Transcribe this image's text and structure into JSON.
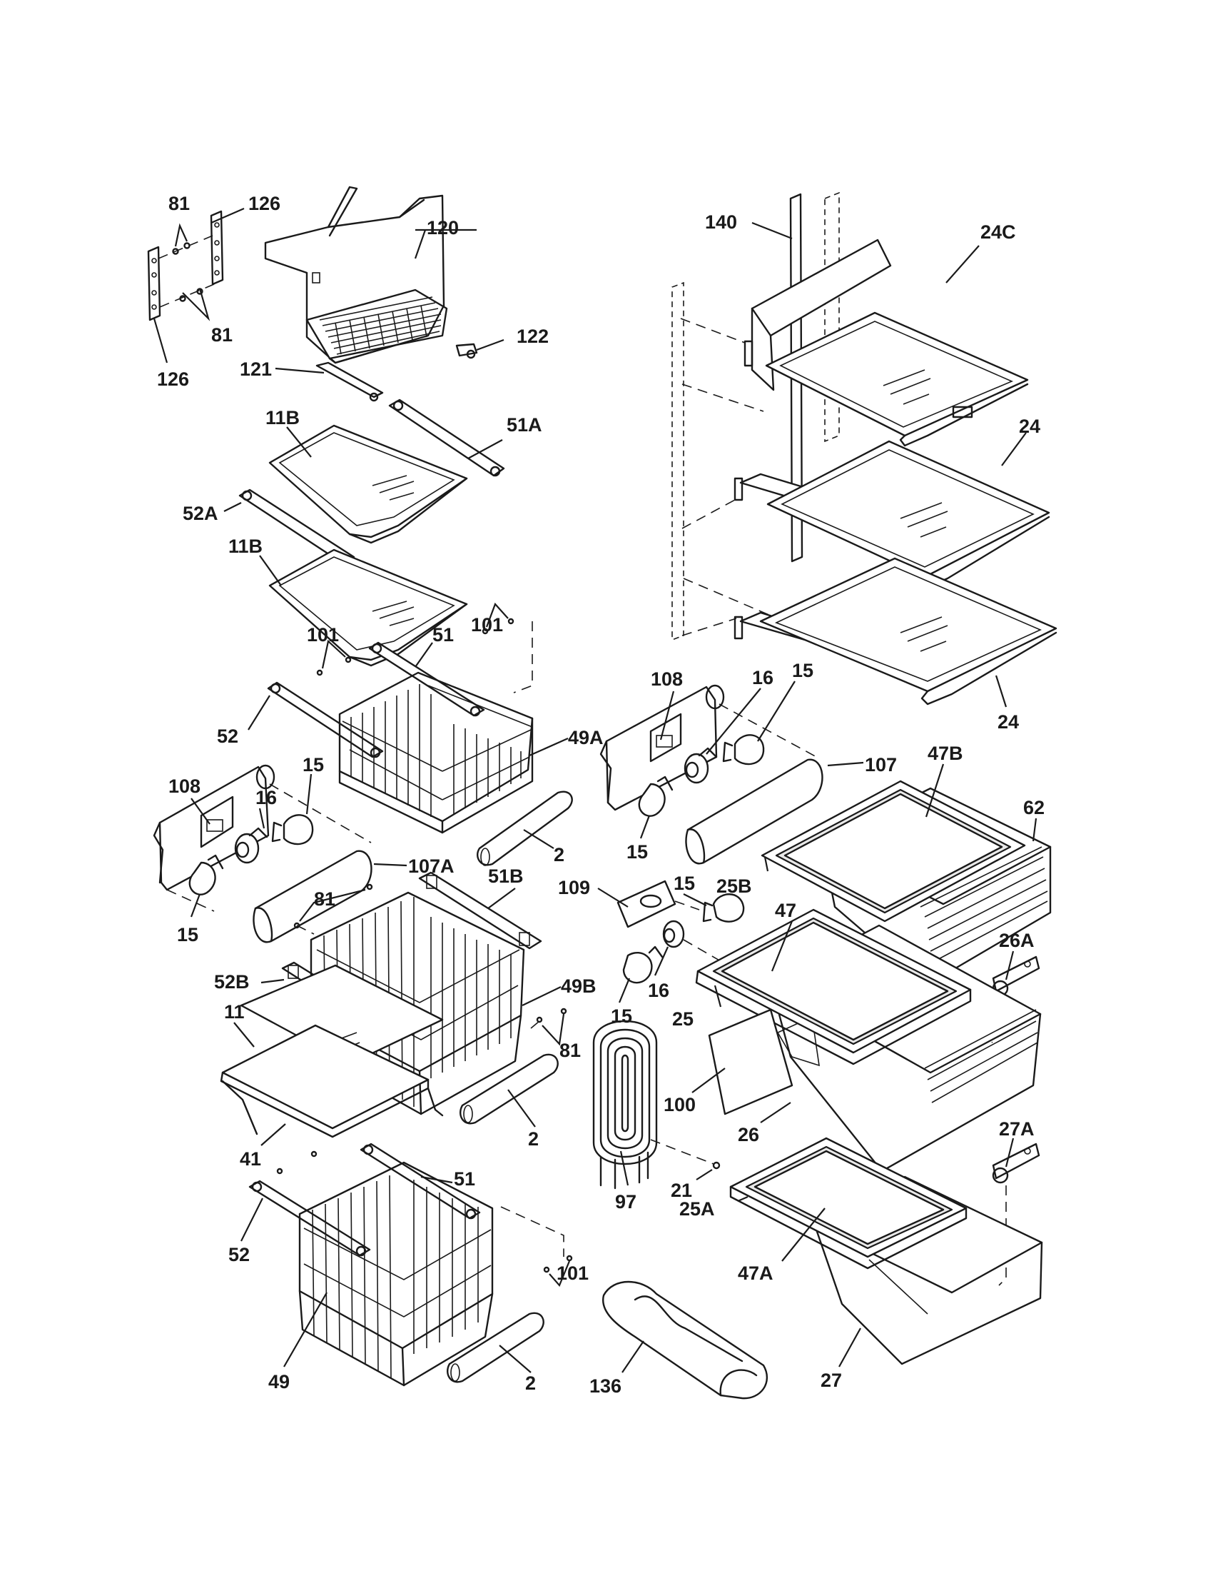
{
  "callouts": [
    {
      "id": "c81a",
      "text": "81"
    },
    {
      "id": "c126a",
      "text": "126"
    },
    {
      "id": "c120",
      "text": "120"
    },
    {
      "id": "c81b",
      "text": "81"
    },
    {
      "id": "c122",
      "text": "122"
    },
    {
      "id": "c126b",
      "text": "126"
    },
    {
      "id": "c121",
      "text": "121"
    },
    {
      "id": "c11Ba",
      "text": "11B"
    },
    {
      "id": "c51A",
      "text": "51A"
    },
    {
      "id": "c52A",
      "text": "52A"
    },
    {
      "id": "c11Bb",
      "text": "11B"
    },
    {
      "id": "c101a",
      "text": "101"
    },
    {
      "id": "c51a",
      "text": "51"
    },
    {
      "id": "c101b",
      "text": "101"
    },
    {
      "id": "c52a",
      "text": "52"
    },
    {
      "id": "c49A",
      "text": "49A"
    },
    {
      "id": "c108a",
      "text": "108"
    },
    {
      "id": "c15a",
      "text": "15"
    },
    {
      "id": "c16a",
      "text": "16"
    },
    {
      "id": "c107A",
      "text": "107A"
    },
    {
      "id": "c2a",
      "text": "2"
    },
    {
      "id": "c15b",
      "text": "15"
    },
    {
      "id": "c81c",
      "text": "81"
    },
    {
      "id": "c51B",
      "text": "51B"
    },
    {
      "id": "c52B",
      "text": "52B"
    },
    {
      "id": "c49B",
      "text": "49B"
    },
    {
      "id": "c11",
      "text": "11"
    },
    {
      "id": "c81d",
      "text": "81"
    },
    {
      "id": "c2b",
      "text": "2"
    },
    {
      "id": "c41",
      "text": "41"
    },
    {
      "id": "c51b",
      "text": "51"
    },
    {
      "id": "c52b",
      "text": "52"
    },
    {
      "id": "c101c",
      "text": "101"
    },
    {
      "id": "c49",
      "text": "49"
    },
    {
      "id": "c2c",
      "text": "2"
    },
    {
      "id": "c140",
      "text": "140"
    },
    {
      "id": "c24C",
      "text": "24C"
    },
    {
      "id": "c24a",
      "text": "24"
    },
    {
      "id": "c24b",
      "text": "24"
    },
    {
      "id": "c108b",
      "text": "108"
    },
    {
      "id": "c16b",
      "text": "16"
    },
    {
      "id": "c15c",
      "text": "15"
    },
    {
      "id": "c107",
      "text": "107"
    },
    {
      "id": "c15d",
      "text": "15"
    },
    {
      "id": "c47B",
      "text": "47B"
    },
    {
      "id": "c62",
      "text": "62"
    },
    {
      "id": "c109",
      "text": "109"
    },
    {
      "id": "c15e",
      "text": "15"
    },
    {
      "id": "c25B",
      "text": "25B"
    },
    {
      "id": "c47",
      "text": "47"
    },
    {
      "id": "c26A",
      "text": "26A"
    },
    {
      "id": "c15f",
      "text": "15"
    },
    {
      "id": "c16c",
      "text": "16"
    },
    {
      "id": "c25",
      "text": "25"
    },
    {
      "id": "c100",
      "text": "100"
    },
    {
      "id": "c26",
      "text": "26"
    },
    {
      "id": "c27A",
      "text": "27A"
    },
    {
      "id": "c21",
      "text": "21"
    },
    {
      "id": "c97",
      "text": "97"
    },
    {
      "id": "c25A",
      "text": "25A"
    },
    {
      "id": "c47A",
      "text": "47A"
    },
    {
      "id": "c136",
      "text": "136"
    },
    {
      "id": "c27",
      "text": "27"
    }
  ]
}
